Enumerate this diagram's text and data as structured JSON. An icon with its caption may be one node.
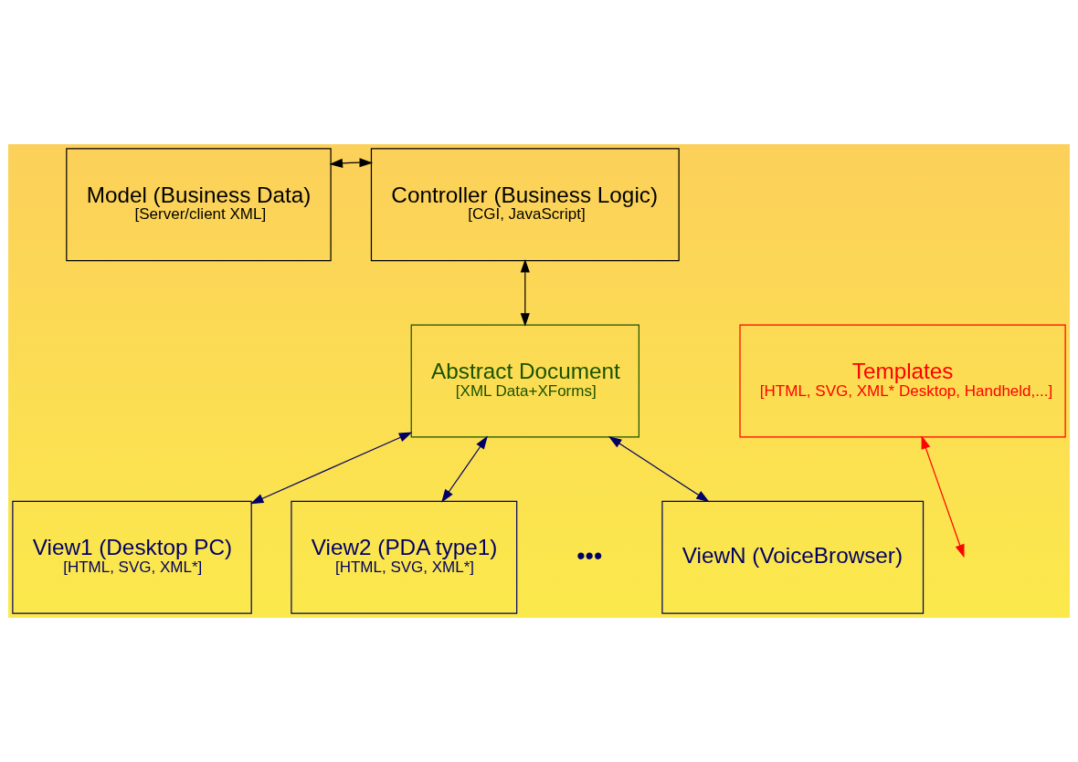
{
  "diagram": {
    "nodes": [
      {
        "text": [
          "Model (Business Data)",
          "[Server/client XML]"
        ]
      },
      {
        "text": [
          "Controller (Business Logic)",
          "[CGI, JavaScript]"
        ]
      },
      {
        "text": [
          "Abstract Document",
          "[XML Data+XForms]"
        ]
      },
      {
        "text": [
          "Templates",
          "[HTML, SVG, XML* Desktop, Handheld,...]"
        ]
      },
      {
        "text": [
          "View1 (Desktop PC)",
          "[HTML, SVG, XML*]"
        ]
      },
      {
        "text": [
          "View2 (PDA type1)",
          "[HTML, SVG, XML*]"
        ]
      },
      {
        "text": [
          "ViewN (VoiceBrowser)"
        ]
      }
    ],
    "edges": [
      {
        "from": 0,
        "to": 1,
        "arrow": "both",
        "color": "#000000"
      },
      {
        "from": 1,
        "to": 2,
        "arrow": "both",
        "color": "#000000"
      },
      {
        "from": 3,
        "to": null,
        "arrow": "both",
        "color": "#ff0000"
      },
      {
        "from": 2,
        "to": 4,
        "arrow": "both"
      },
      {
        "from": 2,
        "to": 5,
        "arrow": "both"
      },
      {
        "from": 2,
        "to": 6,
        "arrow": "both"
      }
    ],
    "labels": [
      "•••"
    ]
  }
}
